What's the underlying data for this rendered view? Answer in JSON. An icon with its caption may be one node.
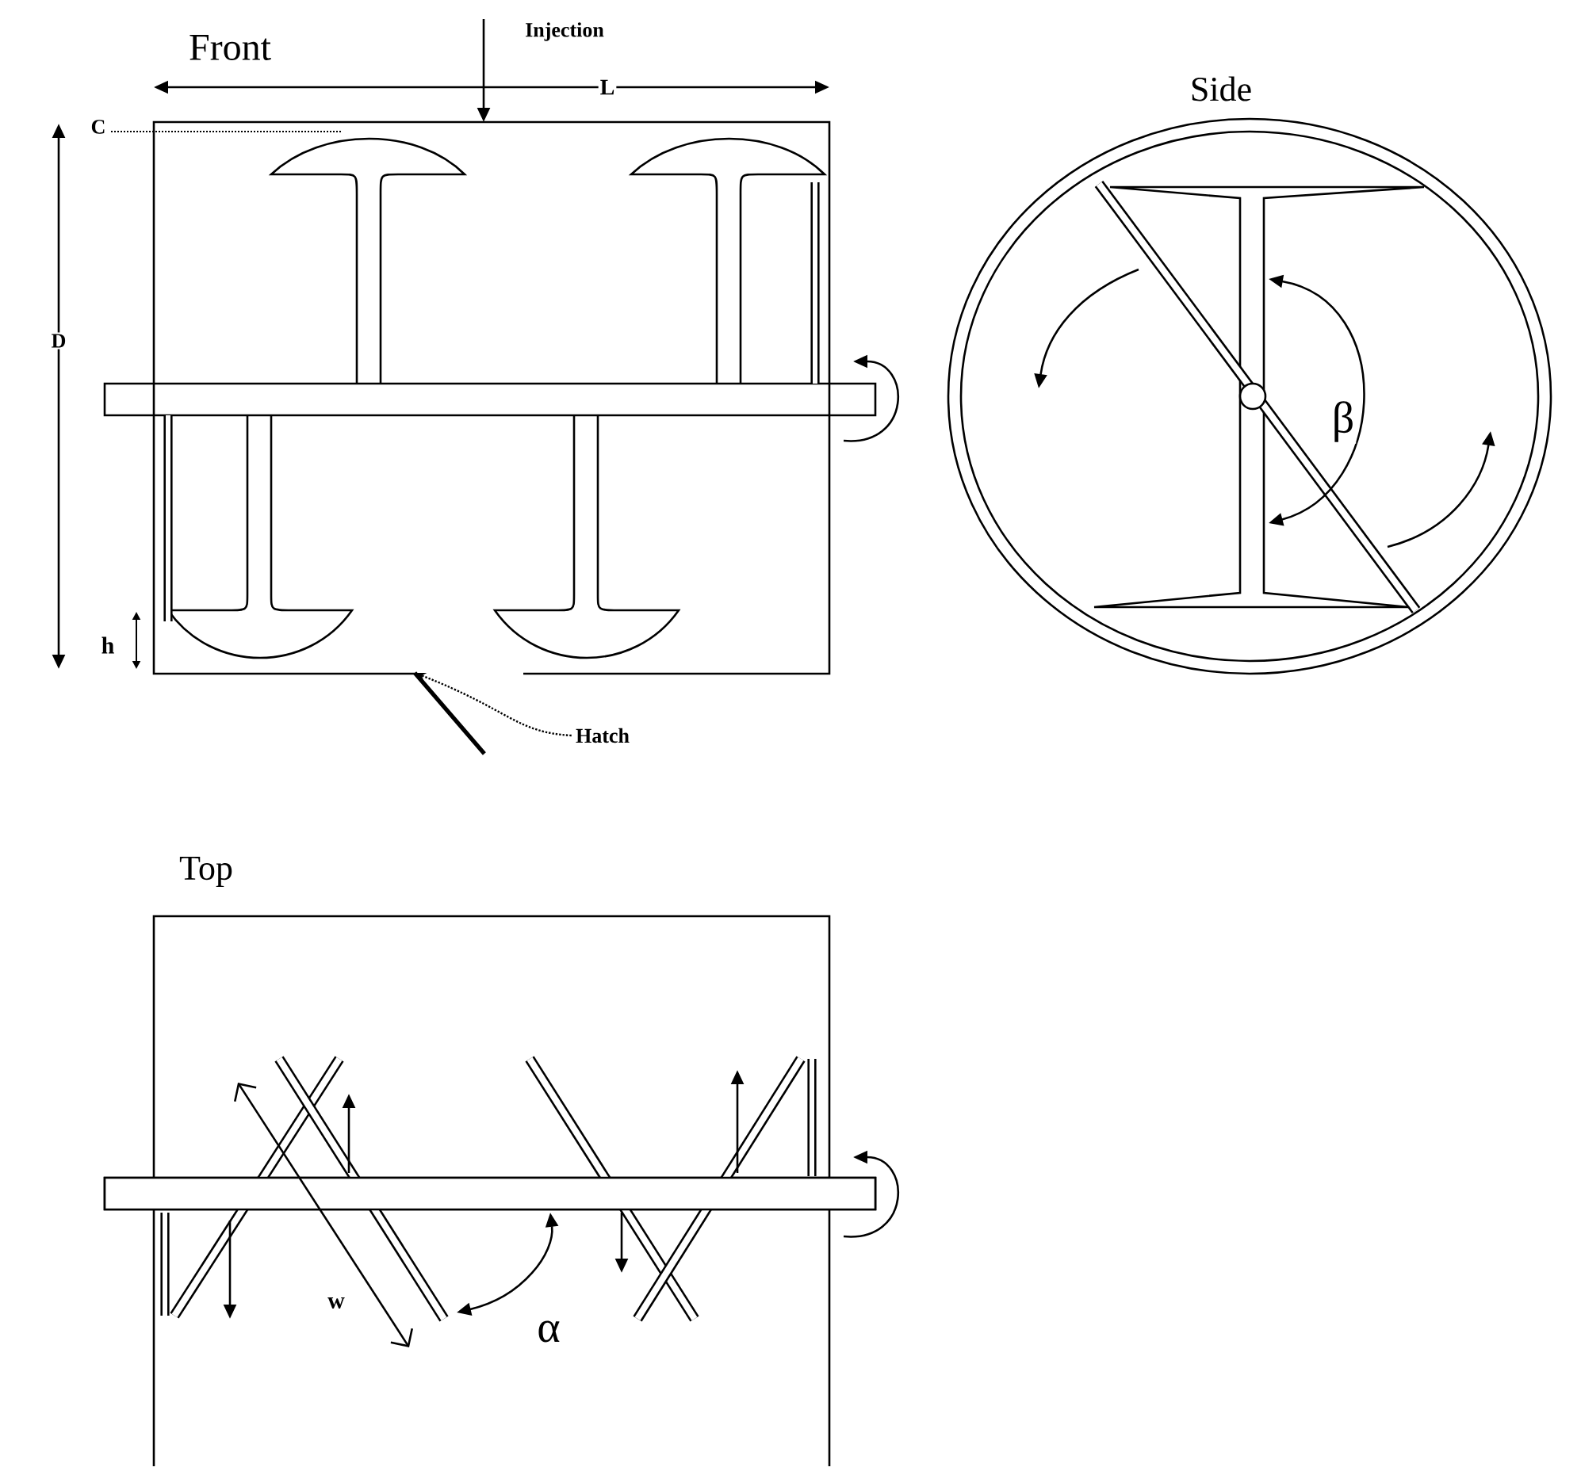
{
  "diagram": {
    "nodes": [
      {
        "text": [
          "Hatch"
        ]
      },
      {
        "text": [],
        "shape": "bar"
      }
    ],
    "edges": [
      {
        "from": 0,
        "to": 1,
        "arrow": "to",
        "style": "dashed"
      }
    ],
    "labels": [
      "Front",
      "Injection",
      "L",
      "C",
      "Side",
      "D",
      "β",
      "h",
      "Top",
      "w",
      "α"
    ]
  }
}
